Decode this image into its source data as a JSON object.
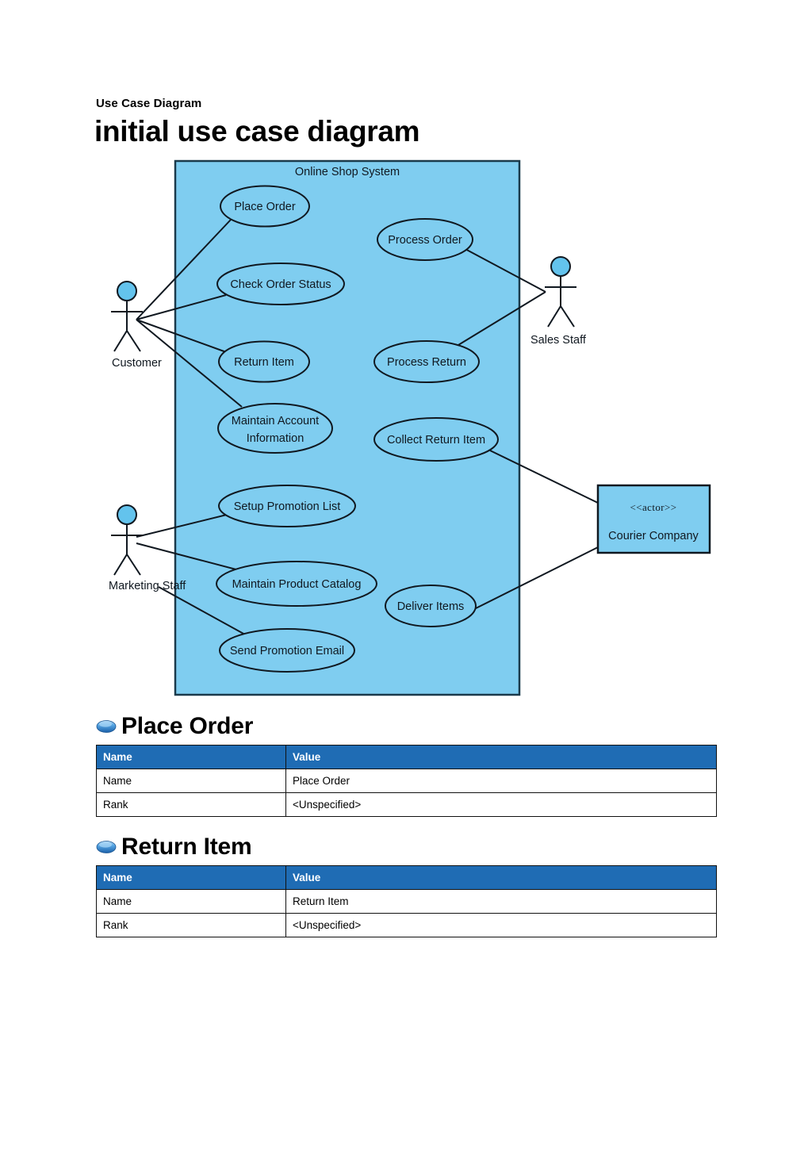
{
  "document": {
    "kicker": "Use Case Diagram",
    "title": "initial use case diagram"
  },
  "diagram": {
    "system_boundary_label": "Online Shop System",
    "system_fill_color": "#7FCDF0",
    "system_border_color": "#1b3a4b",
    "actor_head_fill": "#63C3ED",
    "line_color": "#101820",
    "actors": [
      {
        "id": "customer",
        "label": "Customer",
        "type": "stick-figure"
      },
      {
        "id": "sales-staff",
        "label": "Sales Staff",
        "type": "stick-figure"
      },
      {
        "id": "marketing-staff",
        "label": "Marketing Staff",
        "type": "stick-figure"
      },
      {
        "id": "courier-company",
        "label": "Courier Company",
        "stereotype": "<<actor>>",
        "type": "actor-box"
      }
    ],
    "use_cases": [
      {
        "id": "place-order",
        "label": "Place Order"
      },
      {
        "id": "process-order",
        "label": "Process Order"
      },
      {
        "id": "check-order-status",
        "label": "Check Order Status"
      },
      {
        "id": "return-item",
        "label": "Return Item"
      },
      {
        "id": "process-return",
        "label": "Process Return"
      },
      {
        "id": "maintain-account-information",
        "label": "Maintain Account Information",
        "label_line1": "Maintain Account",
        "label_line2": "Information"
      },
      {
        "id": "collect-return-item",
        "label": "Collect Return Item"
      },
      {
        "id": "setup-promotion-list",
        "label": "Setup Promotion List"
      },
      {
        "id": "maintain-product-catalog",
        "label": "Maintain Product Catalog"
      },
      {
        "id": "deliver-items",
        "label": "Deliver Items"
      },
      {
        "id": "send-promotion-email",
        "label": "Send Promotion Email"
      }
    ],
    "associations": [
      {
        "from": "customer",
        "to": "place-order"
      },
      {
        "from": "customer",
        "to": "check-order-status"
      },
      {
        "from": "customer",
        "to": "return-item"
      },
      {
        "from": "customer",
        "to": "maintain-account-information"
      },
      {
        "from": "sales-staff",
        "to": "process-order"
      },
      {
        "from": "sales-staff",
        "to": "process-return"
      },
      {
        "from": "marketing-staff",
        "to": "setup-promotion-list"
      },
      {
        "from": "marketing-staff",
        "to": "maintain-product-catalog"
      },
      {
        "from": "marketing-staff",
        "to": "send-promotion-email"
      },
      {
        "from": "collect-return-item",
        "to": "courier-company"
      },
      {
        "from": "deliver-items",
        "to": "courier-company"
      }
    ]
  },
  "sections": [
    {
      "id": "place-order",
      "title": "Place Order",
      "columns": [
        "Name",
        "Value"
      ],
      "rows": [
        [
          "Name",
          "Place Order"
        ],
        [
          "Rank",
          "<Unspecified>"
        ]
      ]
    },
    {
      "id": "return-item",
      "title": "Return Item",
      "columns": [
        "Name",
        "Value"
      ],
      "rows": [
        [
          "Name",
          "Return Item"
        ],
        [
          "Rank",
          "<Unspecified>"
        ]
      ]
    }
  ],
  "theme": {
    "table_header_bg": "#1f6cb4",
    "table_header_fg": "#ffffff",
    "bullet_color": "#2b7fd0"
  }
}
